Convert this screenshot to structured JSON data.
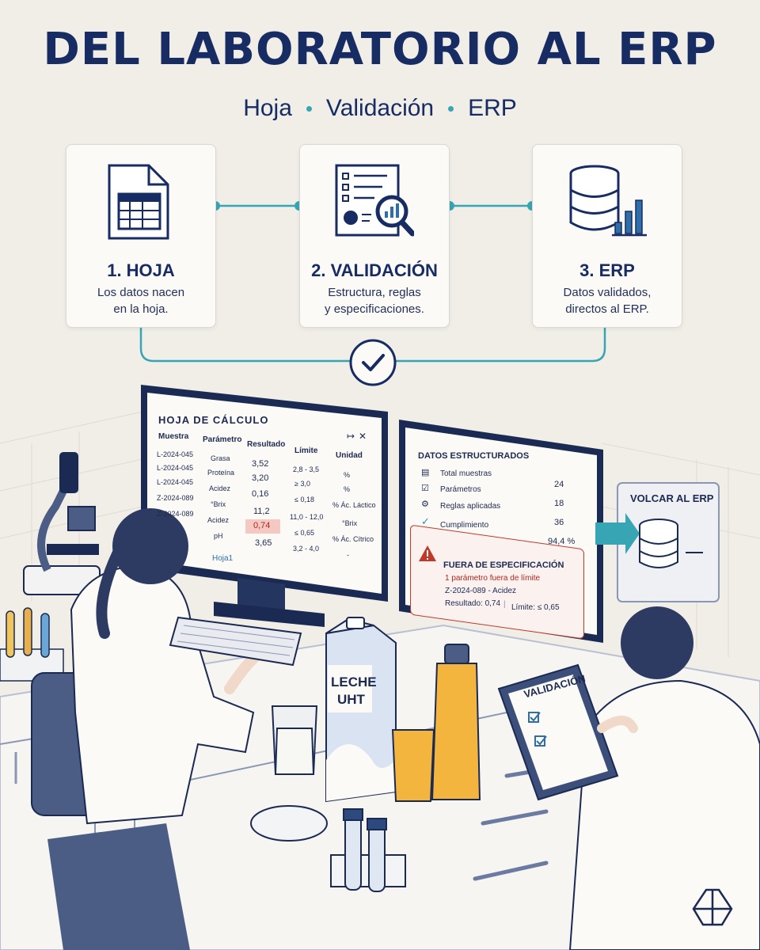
{
  "title": "DEL LABORATORIO AL ERP",
  "subtitle": {
    "step1": "Hoja",
    "step2": "Validación",
    "step3": "ERP"
  },
  "steps": [
    {
      "title": "1. HOJA",
      "description": "Los datos nacen\nen la hoja.",
      "icon": "spreadsheet-document-icon"
    },
    {
      "title": "2. VALIDACIÓN",
      "description": "Estructura, reglas\ny especificaciones.",
      "icon": "checklist-magnifier-icon"
    },
    {
      "title": "3. ERP",
      "description": "Datos validados,\ndirectos al ERP.",
      "icon": "database-chart-icon"
    }
  ],
  "spreadsheet": {
    "title": "HOJA DE CÁLCULO",
    "headers": [
      "Muestra",
      "Parámetro",
      "Resultado",
      "Límite",
      "Unidad"
    ],
    "rows": [
      [
        "L-2024-045",
        "Grasa",
        "3,52",
        "2,8 - 3,5",
        "%"
      ],
      [
        "L-2024-045",
        "Proteína",
        "3,20",
        "≥ 3,0",
        "%"
      ],
      [
        "L-2024-045",
        "Acidez",
        "0,16",
        "≤ 0,18",
        "% Ác. Láctico"
      ],
      [
        "Z-2024-089",
        "°Brix",
        "11,2",
        "11,0 - 12,0",
        "°Brix"
      ],
      [
        "Z-2024-089",
        "Acidez",
        "0,74",
        "≤ 0,65",
        "% Ác. Cítrico"
      ],
      [
        "",
        "pH",
        "3,65",
        "3,2 - 4,0",
        "-"
      ]
    ],
    "sheet_tab": "Hoja1",
    "highlight_color": "#f4c9c4"
  },
  "structured": {
    "title": "DATOS ESTRUCTURADOS",
    "rows": [
      {
        "label": "Total muestras",
        "value": "24"
      },
      {
        "label": "Parámetros",
        "value": "18"
      },
      {
        "label": "Reglas aplicadas",
        "value": "36"
      },
      {
        "label": "Cumplimiento",
        "value": "94,4 %"
      }
    ],
    "alert": {
      "title": "FUERA DE ESPECIFICACIÓN",
      "line1": "1 parámetro fuera de límite",
      "line2": "Z-2024-089 - Acidez",
      "result": "Resultado: 0,74",
      "separator": "|",
      "limit": "Límite: ≤ 0,65"
    }
  },
  "export_panel": {
    "label": "VOLCAR AL ERP"
  },
  "carton": {
    "line1": "LECHE",
    "line2": "UHT"
  },
  "clipboard": {
    "label": "VALIDACIÓN"
  },
  "colors": {
    "navy": "#172c63",
    "teal": "#37a5b3",
    "alert": "#c0392b",
    "background": "#f1eee8"
  }
}
